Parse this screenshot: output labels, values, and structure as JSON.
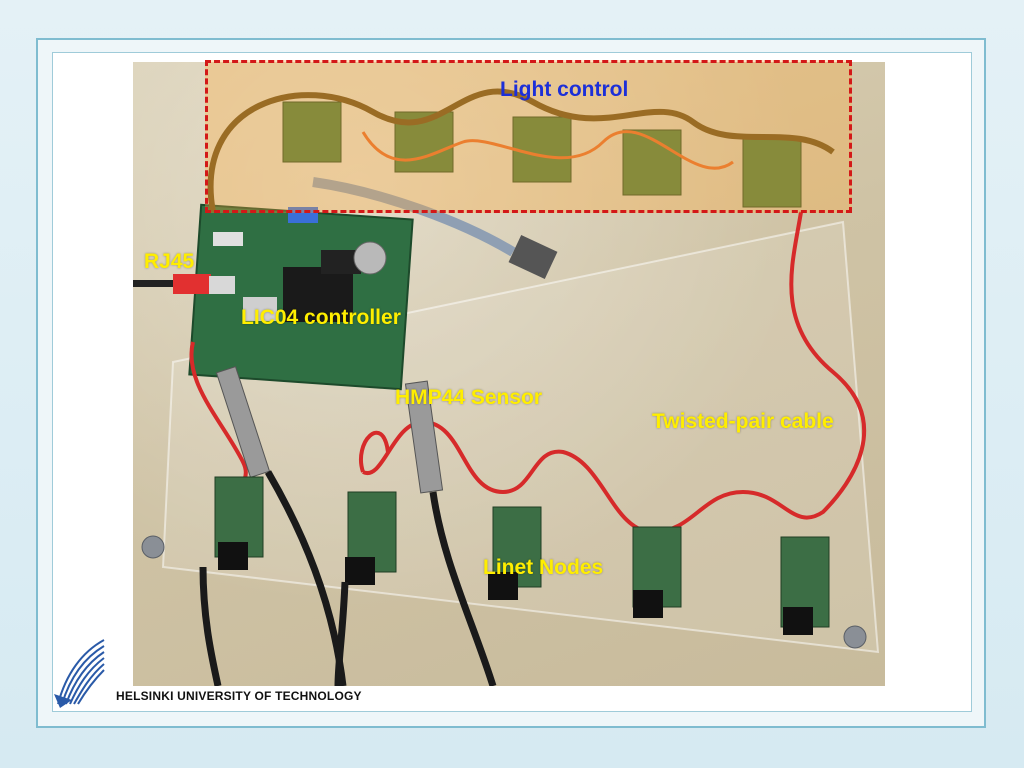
{
  "labels": {
    "light_control": "Light control",
    "rj45": "RJ45",
    "controller": "LIC04 controller",
    "sensor": "HMP44 Sensor",
    "cable": "Twisted-pair cable",
    "nodes": "Linet Nodes"
  },
  "footer": {
    "institution": "HELSINKI UNIVERSITY OF TECHNOLOGY"
  },
  "colors": {
    "label_yellow": "#ffee00",
    "label_blue": "#1c2fd8",
    "highlight_border": "#d31818",
    "highlight_fill": "#ffaa3c",
    "frame": "#7fbcd0"
  },
  "icons": {
    "logo": "university-logo-icon"
  }
}
